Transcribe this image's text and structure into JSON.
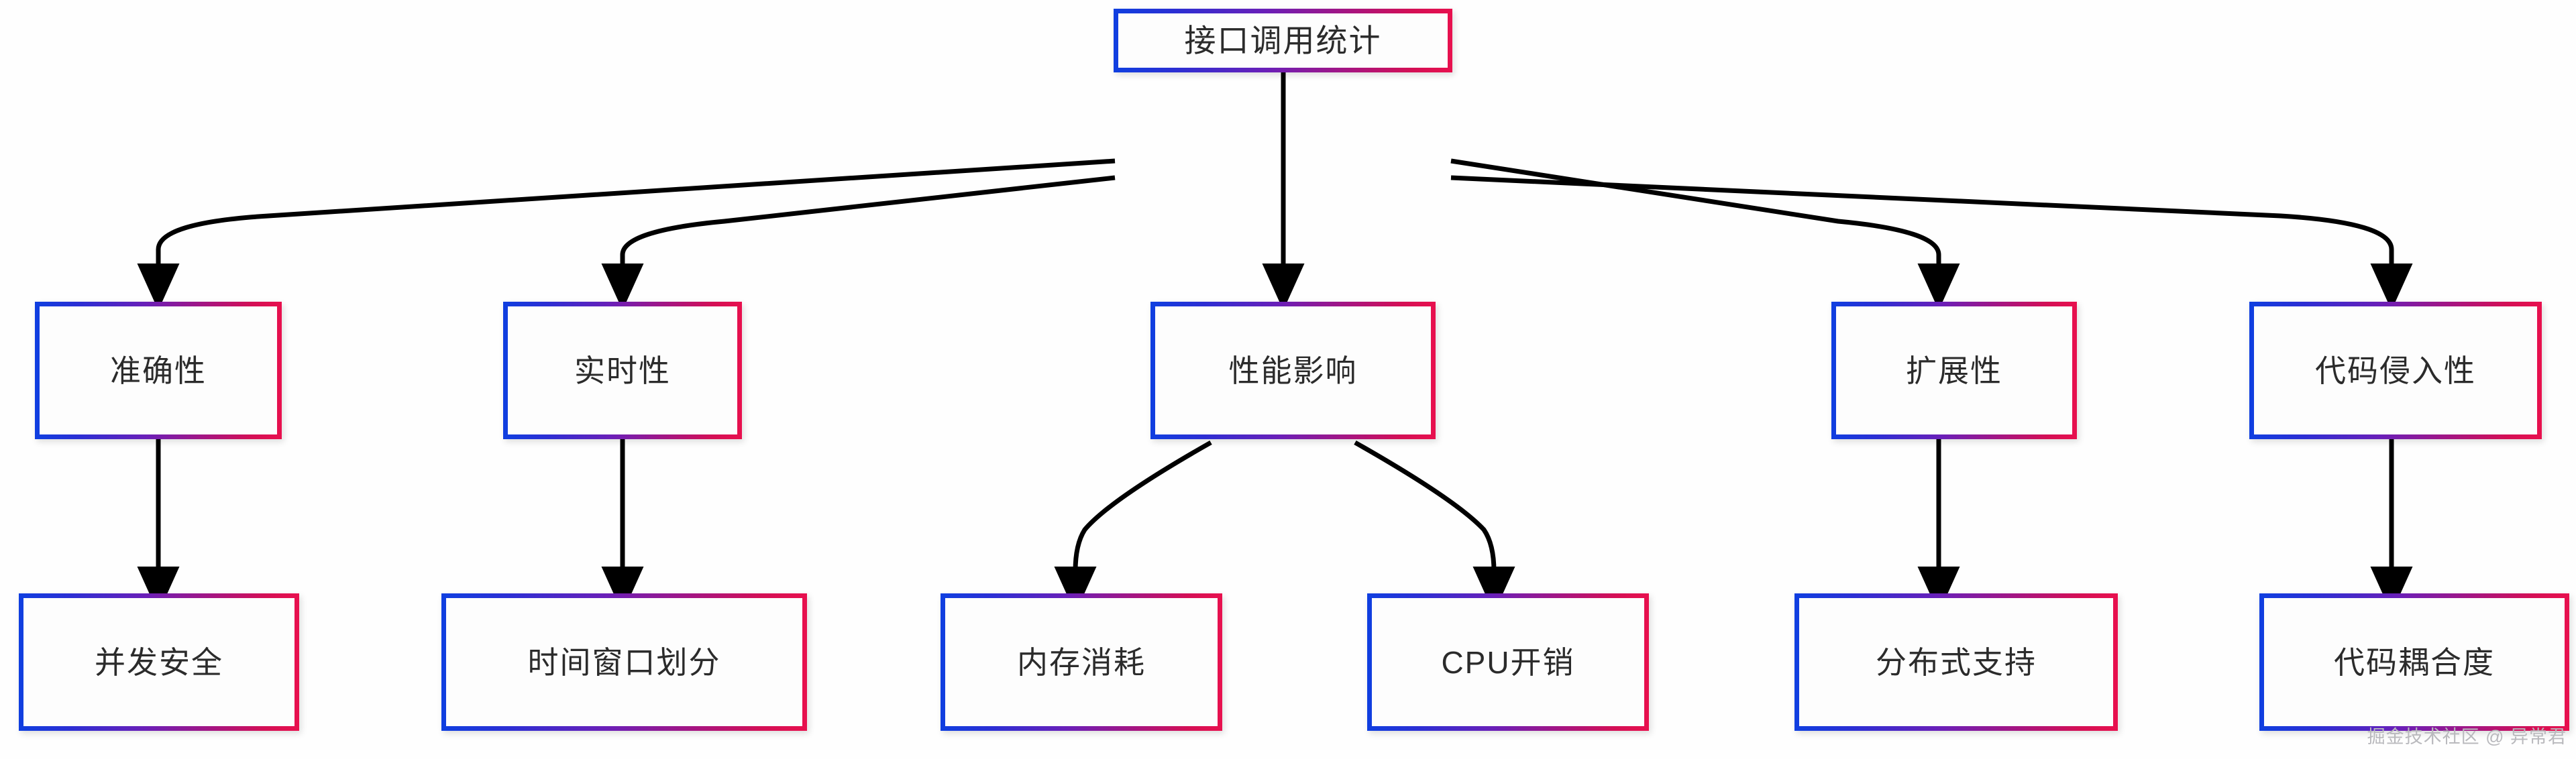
{
  "diagram": {
    "type": "tree-flowchart",
    "background_color": "#fefefe",
    "node_border_gradient": {
      "from": "#0f3fe0",
      "to": "#e8104e",
      "direction": "left-to-right"
    },
    "edge_color": "#000000",
    "text_color": "#2b2b2b",
    "root": {
      "id": "root",
      "label": "接口调用统计"
    },
    "level2": [
      {
        "id": "accuracy",
        "label": "准确性"
      },
      {
        "id": "realtime",
        "label": "实时性"
      },
      {
        "id": "performance",
        "label": "性能影响"
      },
      {
        "id": "scalability",
        "label": "扩展性"
      },
      {
        "id": "intrusion",
        "label": "代码侵入性"
      }
    ],
    "level3": [
      {
        "id": "concurrency",
        "label": "并发安全",
        "parent": "accuracy"
      },
      {
        "id": "timewindow",
        "label": "时间窗口划分",
        "parent": "realtime"
      },
      {
        "id": "memory",
        "label": "内存消耗",
        "parent": "performance"
      },
      {
        "id": "cpu",
        "label": "CPU开销",
        "parent": "performance"
      },
      {
        "id": "distributed",
        "label": "分布式支持",
        "parent": "scalability"
      },
      {
        "id": "coupling",
        "label": "代码耦合度",
        "parent": "intrusion"
      }
    ],
    "edges": [
      {
        "from": "root",
        "to": "accuracy"
      },
      {
        "from": "root",
        "to": "realtime"
      },
      {
        "from": "root",
        "to": "performance"
      },
      {
        "from": "root",
        "to": "scalability"
      },
      {
        "from": "root",
        "to": "intrusion"
      },
      {
        "from": "accuracy",
        "to": "concurrency"
      },
      {
        "from": "realtime",
        "to": "timewindow"
      },
      {
        "from": "performance",
        "to": "memory"
      },
      {
        "from": "performance",
        "to": "cpu"
      },
      {
        "from": "scalability",
        "to": "distributed"
      },
      {
        "from": "intrusion",
        "to": "coupling"
      }
    ]
  },
  "watermark": {
    "text": "掘金技术社区 @ 异常君"
  }
}
